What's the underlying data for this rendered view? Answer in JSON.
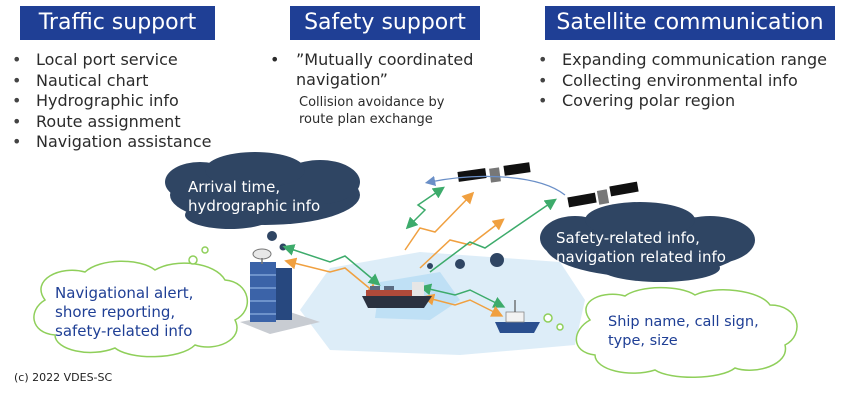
{
  "headers": {
    "traffic": "Traffic support",
    "safety": "Safety support",
    "satellite": "Satellite communication"
  },
  "traffic_items": [
    "Local port service",
    "Nautical chart",
    "Hydrographic info",
    "Route assignment",
    "Navigation assistance"
  ],
  "safety_item": {
    "quote_line1": "”Mutually coordinated",
    "quote_line2": "navigation”",
    "sub_line1": "Collision avoidance by",
    "sub_line2": "route plan exchange"
  },
  "satellite_items": [
    "Expanding communication range",
    "Collecting environmental info",
    "Covering polar region"
  ],
  "clouds": {
    "arrival_line1": "Arrival time,",
    "arrival_line2": "hydrographic info",
    "safety_line1": "Safety-related info,",
    "safety_line2": "navigation related info",
    "nav_line1": "Navigational alert,",
    "nav_line2": "shore reporting,",
    "nav_line3": "safety-related info",
    "ship_line1": "Ship name, call sign,",
    "ship_line2": "type, size"
  },
  "copyright": "(c) 2022 VDES-SC",
  "colors": {
    "header_bg": "#1f3f95",
    "dark_cloud": "#2f4563",
    "light_cloud_border": "#8fcf5a",
    "green_link": "#3dab6b",
    "orange_link": "#f0a040",
    "sea": "#d9ebf7"
  }
}
